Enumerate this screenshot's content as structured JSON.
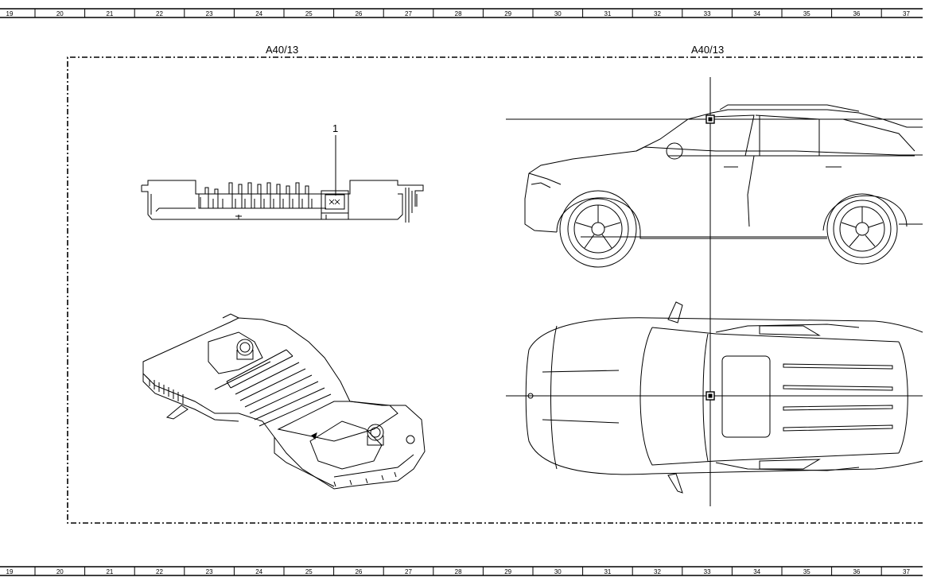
{
  "ruler": {
    "columns": [
      "19",
      "20",
      "21",
      "22",
      "23",
      "24",
      "25",
      "26",
      "27",
      "28",
      "29",
      "30",
      "31",
      "32",
      "33",
      "34",
      "35",
      "36",
      "37"
    ]
  },
  "labels": {
    "component_left": "A40/13",
    "component_right": "A40/13",
    "callout_1": "1"
  },
  "colors": {
    "line": "#000000",
    "background": "#ffffff"
  }
}
